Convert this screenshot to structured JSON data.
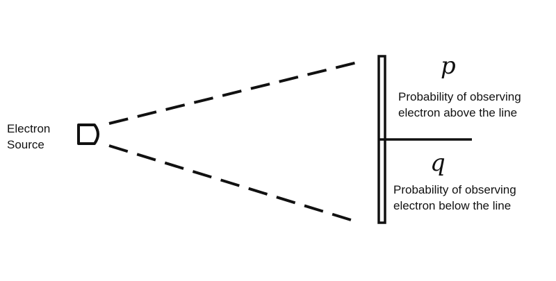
{
  "source": {
    "line1": "Electron",
    "line2": "Source"
  },
  "upper": {
    "symbol": "p",
    "line1": "Probability of observing",
    "line2": "electron above the line"
  },
  "lower": {
    "symbol": "q",
    "line1": "Probability of observing",
    "line2": "electron below the line"
  },
  "colors": {
    "ink": "#111111",
    "background": "#ffffff"
  }
}
